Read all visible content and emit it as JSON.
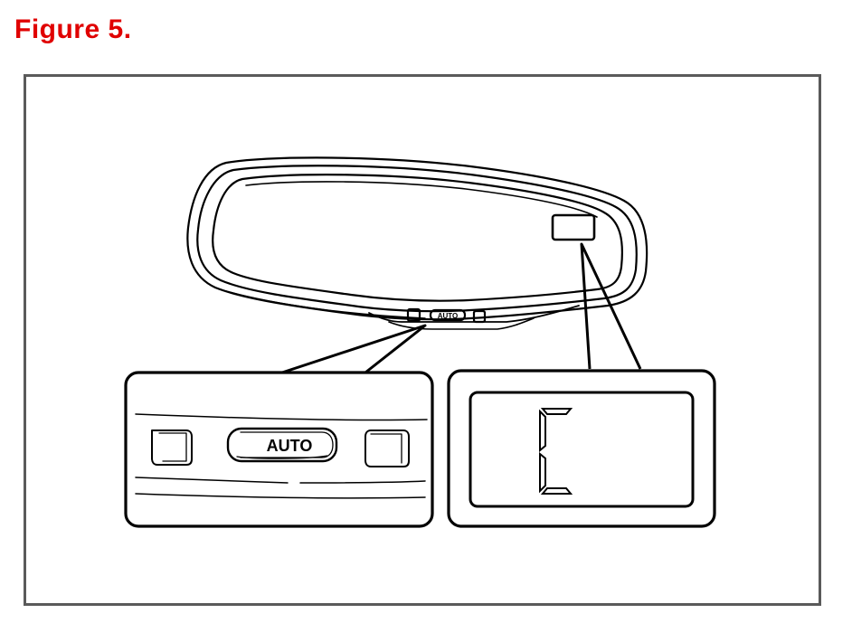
{
  "figure": {
    "title": "Figure 5.",
    "title_color": "#e00000"
  },
  "mirror": {
    "button_small_label": "AUTO",
    "left_inset": {
      "auto_button_label": "AUTO"
    },
    "right_inset": {
      "display_character": "C"
    }
  },
  "colors": {
    "line": "#000000",
    "frame": "#5a5a5a",
    "background": "#ffffff"
  }
}
